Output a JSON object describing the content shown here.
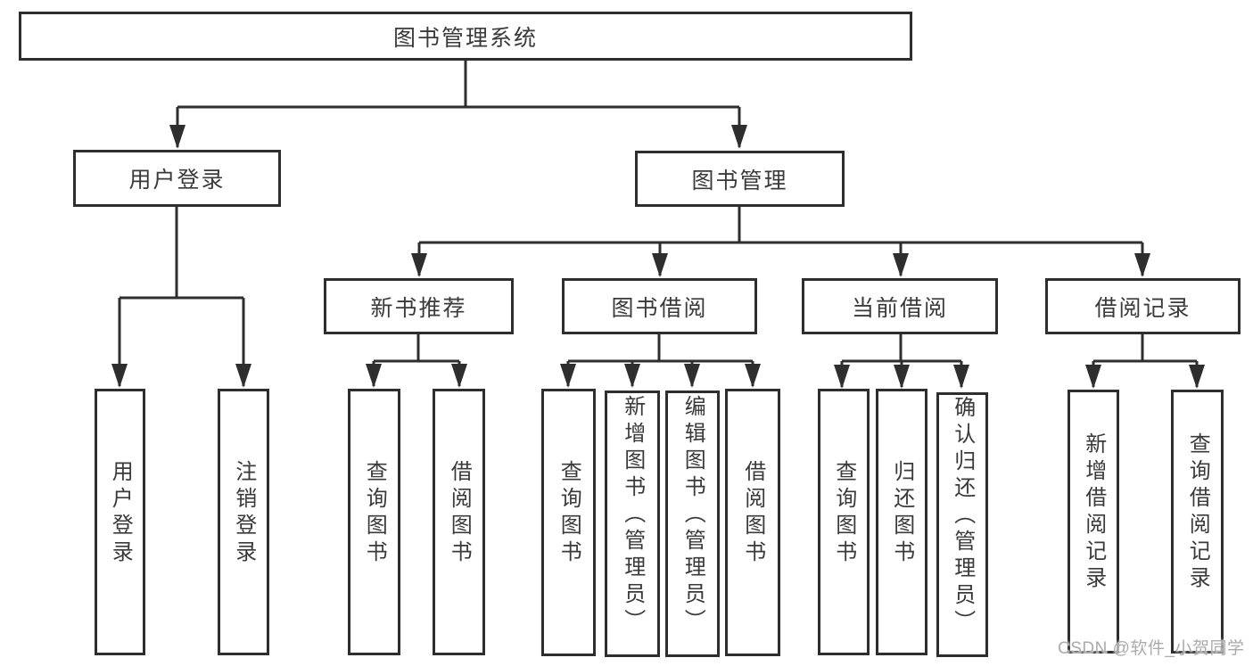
{
  "tree": {
    "label": "图书管理系统",
    "children": [
      {
        "label": "用户登录",
        "children": [
          {
            "label": "用户登录"
          },
          {
            "label": "注销登录"
          }
        ]
      },
      {
        "label": "图书管理",
        "children": [
          {
            "label": "新书推荐",
            "children": [
              {
                "label": "查询图书"
              },
              {
                "label": "借阅图书"
              }
            ]
          },
          {
            "label": "图书借阅",
            "children": [
              {
                "label": "查询图书"
              },
              {
                "label": "新增图书（管理员）"
              },
              {
                "label": "编辑图书（管理员）"
              },
              {
                "label": "借阅图书"
              }
            ]
          },
          {
            "label": "当前借阅",
            "children": [
              {
                "label": "查询图书"
              },
              {
                "label": "归还图书"
              },
              {
                "label": "确认归还（管理员）"
              }
            ]
          },
          {
            "label": "借阅记录",
            "children": [
              {
                "label": "新增借阅记录"
              },
              {
                "label": "查询借阅记录"
              }
            ]
          }
        ]
      }
    ]
  },
  "watermark": {
    "text": "CSDN @软件_小贺同学"
  },
  "colors": {
    "line": "#2e2e2e",
    "text": "#3a3a3a",
    "watermark": "#ababab",
    "background": "#ffffff"
  }
}
